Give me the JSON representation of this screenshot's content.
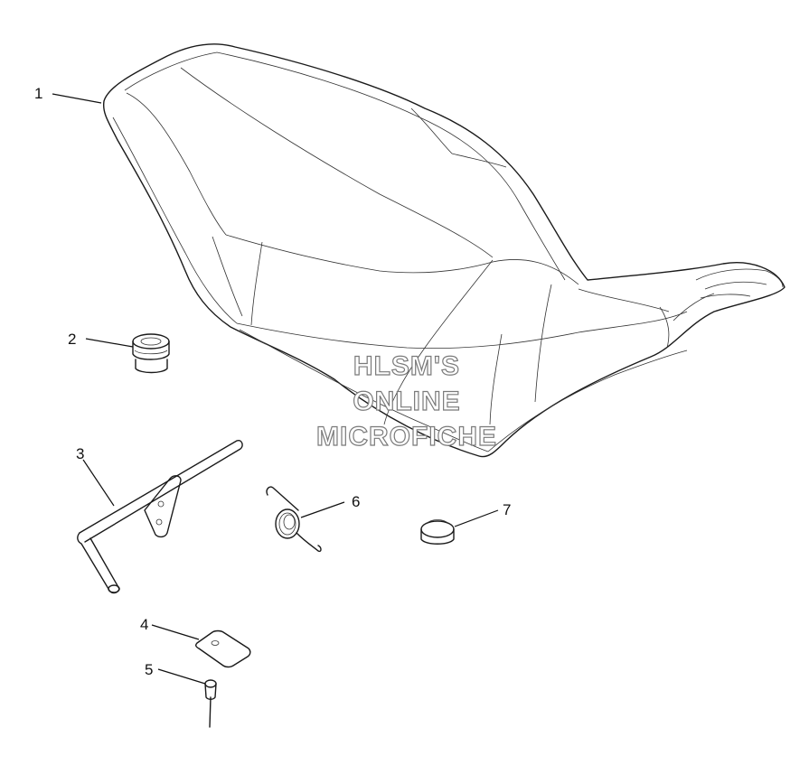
{
  "callouts": [
    {
      "id": "1",
      "text": "1"
    },
    {
      "id": "2",
      "text": "2"
    },
    {
      "id": "3",
      "text": "3"
    },
    {
      "id": "4",
      "text": "4"
    },
    {
      "id": "5",
      "text": "5"
    },
    {
      "id": "6",
      "text": "6"
    },
    {
      "id": "7",
      "text": "7"
    }
  ],
  "watermark": {
    "line1": "HLSM'S",
    "line2": "ONLINE",
    "line3": "MICROFICHE"
  },
  "colors": {
    "line": "#1a1a1a",
    "background": "#ffffff",
    "watermark_outline": "#7a7a7a"
  }
}
